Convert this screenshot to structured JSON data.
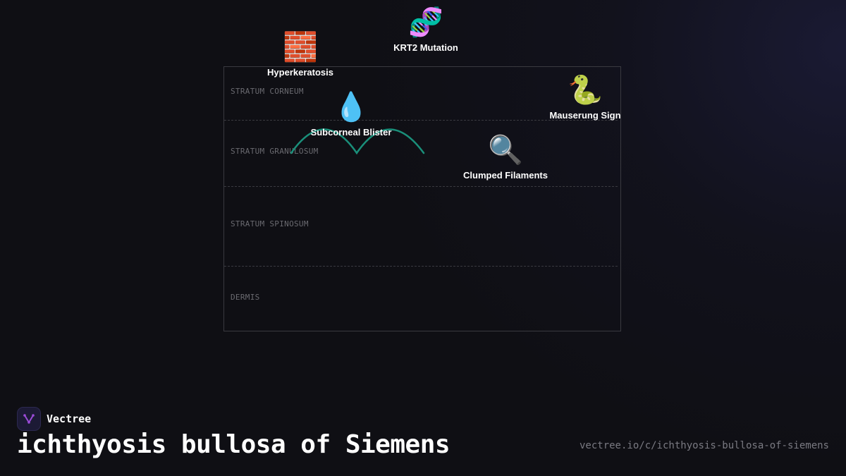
{
  "layers": [
    {
      "label": "STRATUM CORNEUM"
    },
    {
      "label": "STRATUM GRANULOSUM"
    },
    {
      "label": "STRATUM SPINOSUM"
    },
    {
      "label": "DERMIS"
    }
  ],
  "nodes": [
    {
      "icon": "🧬",
      "icon_name": "dna-icon",
      "label": "KRT2 Mutation"
    },
    {
      "icon": "🧱",
      "icon_name": "brick-icon",
      "label": "Hyperkeratosis"
    },
    {
      "icon": "💧",
      "icon_name": "droplet-icon",
      "label": "Subcorneal Blister"
    },
    {
      "icon": "🐍",
      "icon_name": "snake-icon",
      "label": "Mauserung Sign"
    },
    {
      "icon": "🔍",
      "icon_name": "magnifier-icon",
      "label": "Clumped Filaments"
    }
  ],
  "colors": {
    "curve": "#1a8f7a",
    "background": "#0f0f14",
    "logo_accent": "#9b4bd8"
  },
  "brand": {
    "name": "Vectree"
  },
  "title": "ichthyosis bullosa of Siemens",
  "url": "vectree.io/c/ichthyosis-bullosa-of-siemens"
}
